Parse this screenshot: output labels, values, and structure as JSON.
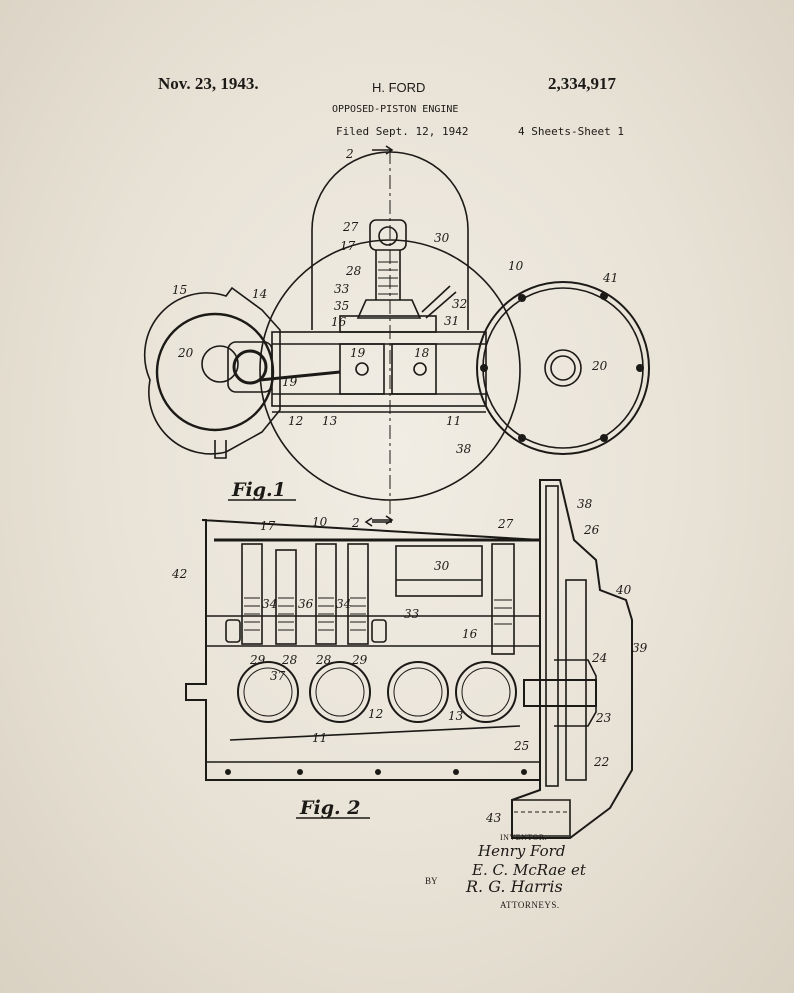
{
  "header": {
    "date": "Nov. 23, 1943.",
    "inventor": "H. FORD",
    "patent_number": "2,334,917",
    "title": "OPPOSED-PISTON ENGINE",
    "filed": "Filed Sept. 12, 1942",
    "sheets": "4 Sheets-Sheet 1"
  },
  "figures": {
    "fig1_label": "Fig.1",
    "fig2_label": "Fig. 2",
    "section_mark": "2"
  },
  "fig1_refs": [
    "27",
    "17",
    "30",
    "28",
    "10",
    "41",
    "15",
    "14",
    "33",
    "35",
    "32",
    "16",
    "31",
    "20",
    "19",
    "18",
    "20",
    "19",
    "12",
    "13",
    "11",
    "38"
  ],
  "fig2_refs": [
    "17",
    "10",
    "27",
    "38",
    "26",
    "42",
    "30",
    "40",
    "34",
    "36",
    "34",
    "33",
    "16",
    "39",
    "29",
    "28",
    "28",
    "29",
    "24",
    "37",
    "12",
    "13",
    "23",
    "11",
    "25",
    "22",
    "43"
  ],
  "signature": {
    "inventor_label": "INVENTOR.",
    "inventor_signature": "Henry Ford",
    "attorney1_signature": "E. C. McRae et",
    "by_label": "BY",
    "attorney2_signature": "R. G. Harris",
    "attorneys_label": "ATTORNEYS."
  }
}
